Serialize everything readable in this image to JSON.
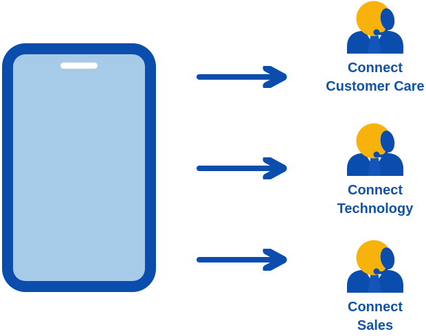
{
  "colors": {
    "primary_blue": "#0b4dad",
    "screen_blue": "#a5cbe8",
    "speaker_white": "#ffffff",
    "head_yellow": "#f7b30c",
    "collar_light": "#dce9f5",
    "tie_blue": "#1355b8",
    "text_blue": "#1252a8",
    "background": "#ffffff"
  },
  "phone": {
    "icon": "smartphone-icon"
  },
  "arrow_icon": "right-arrow-icon",
  "channels": [
    {
      "icon": "support-agent-icon",
      "label_line1": "Connect",
      "label_line2": "Customer Care"
    },
    {
      "icon": "support-agent-icon",
      "label_line1": "Connect",
      "label_line2": "Technology"
    },
    {
      "icon": "support-agent-icon",
      "label_line1": "Connect",
      "label_line2": "Sales"
    }
  ]
}
